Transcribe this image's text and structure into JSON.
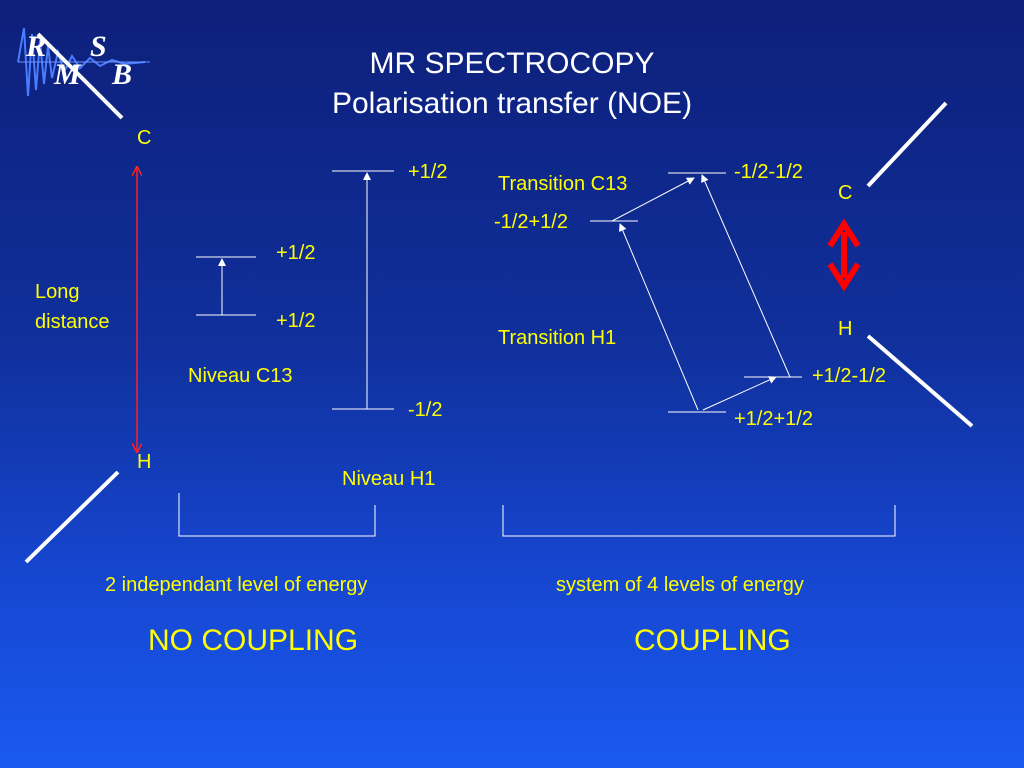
{
  "logo": {
    "letters": [
      "R",
      "S",
      "M",
      "B"
    ]
  },
  "title": {
    "line1": "MR SPECTROCOPY",
    "line2": "Polarisation transfer (NOE)"
  },
  "left": {
    "c_label": "C",
    "h_label": "H",
    "long_distance_1": "Long",
    "long_distance_2": "distance",
    "c13_upper": "+1/2",
    "c13_lower": "+1/2",
    "niveau_c13": "Niveau  C13",
    "h1_upper": "+1/2",
    "h1_lower": "-1/2",
    "niveau_h1": "Niveau  H1",
    "caption": "2 independant level of energy",
    "heading": "NO COUPLING"
  },
  "right": {
    "top_level": "-1/2-1/2",
    "mid_level": "-1/2+1/2",
    "transition_c13": "Transition C13",
    "transition_h1": "Transition H1",
    "c_label": "C",
    "h_label": "H",
    "low_right_level": "+1/2-1/2",
    "bottom_level": "+1/2+1/2",
    "caption": "system of 4 levels of energy",
    "heading": "COUPLING"
  },
  "colors": {
    "background_top": "#0d1f7a",
    "background_bottom": "#1a5af0",
    "text_main": "#ffffff",
    "text_labels": "#ffff00",
    "coupling_arrow": "#ff0000"
  }
}
